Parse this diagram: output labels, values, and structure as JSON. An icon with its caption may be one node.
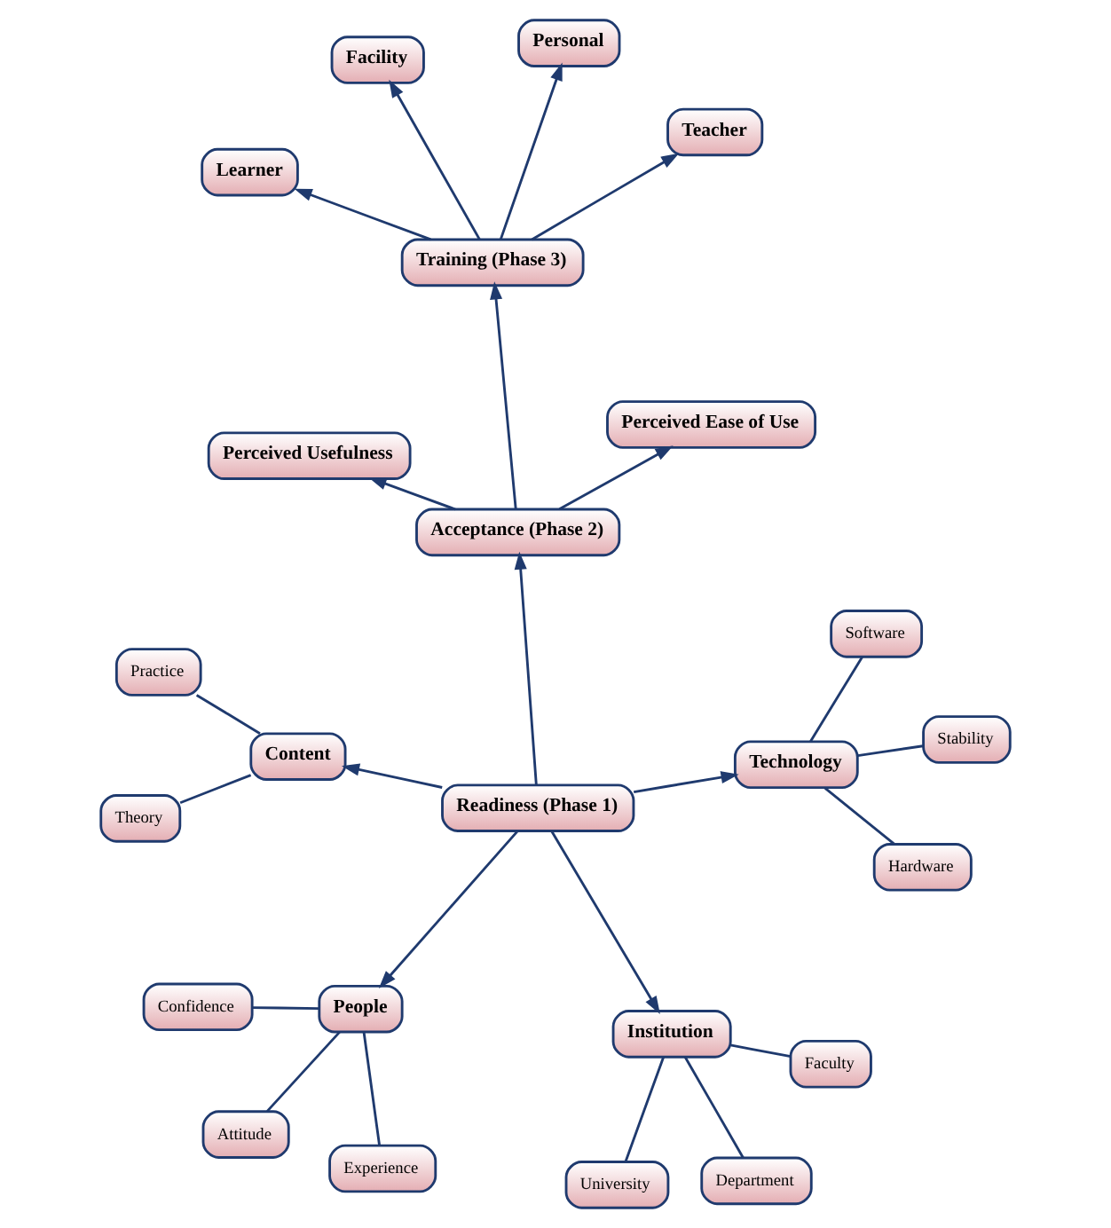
{
  "diagram": {
    "nodes": [
      {
        "text": [
          "Attitude"
        ]
      },
      {
        "text": [
          "Stability"
        ]
      },
      {
        "text": [
          "People"
        ]
      },
      {
        "text": [
          "Confidence"
        ]
      },
      {
        "text": [
          "Technology"
        ]
      },
      {
        "text": [
          "Software"
        ]
      },
      {
        "text": [
          "Experience"
        ]
      },
      {
        "text": [
          "Hardware"
        ]
      },
      {
        "text": [
          "Readiness (Phase 1)"
        ]
      },
      {
        "text": [
          "Theory"
        ]
      },
      {
        "text": [
          "University"
        ]
      },
      {
        "text": [
          "Content"
        ]
      },
      {
        "text": [
          "Institution"
        ]
      },
      {
        "text": [
          "Faculty"
        ]
      },
      {
        "text": [
          "Practice"
        ]
      },
      {
        "text": [
          "Department"
        ]
      },
      {
        "text": [
          "Perceived Ease of Use"
        ]
      },
      {
        "text": [
          "Acceptance (Phase 2)"
        ]
      },
      {
        "text": [
          "Perceived Usefulness"
        ]
      },
      {
        "text": [
          "Learner"
        ]
      },
      {
        "text": [
          "Teacher"
        ]
      },
      {
        "text": [
          "Training (Phase 3)"
        ]
      },
      {
        "text": [
          "Facility"
        ]
      },
      {
        "text": [
          "Personal"
        ]
      }
    ],
    "edges": [
      {
        "from": 8,
        "to": 2,
        "arrow": "to"
      },
      {
        "from": 8,
        "to": 4,
        "arrow": "to"
      },
      {
        "from": 8,
        "to": 11,
        "arrow": "to"
      },
      {
        "from": 8,
        "to": 12,
        "arrow": "to"
      },
      {
        "from": 8,
        "to": 17,
        "arrow": "to"
      },
      {
        "from": 2,
        "to": 0,
        "arrow": "none"
      },
      {
        "from": 2,
        "to": 3,
        "arrow": "none"
      },
      {
        "from": 2,
        "to": 6,
        "arrow": "none"
      },
      {
        "from": 4,
        "to": 1,
        "arrow": "none"
      },
      {
        "from": 4,
        "to": 5,
        "arrow": "none"
      },
      {
        "from": 4,
        "to": 7,
        "arrow": "none"
      },
      {
        "from": 11,
        "to": 9,
        "arrow": "none"
      },
      {
        "from": 11,
        "to": 14,
        "arrow": "none"
      },
      {
        "from": 12,
        "to": 10,
        "arrow": "none"
      },
      {
        "from": 12,
        "to": 13,
        "arrow": "none"
      },
      {
        "from": 12,
        "to": 15,
        "arrow": "none"
      },
      {
        "from": 17,
        "to": 16,
        "arrow": "to"
      },
      {
        "from": 17,
        "to": 18,
        "arrow": "to"
      },
      {
        "from": 17,
        "to": 21,
        "arrow": "to"
      },
      {
        "from": 21,
        "to": 19,
        "arrow": "to"
      },
      {
        "from": 21,
        "to": 20,
        "arrow": "to"
      },
      {
        "from": 21,
        "to": 22,
        "arrow": "to"
      },
      {
        "from": 21,
        "to": 23,
        "arrow": "to"
      }
    ]
  }
}
